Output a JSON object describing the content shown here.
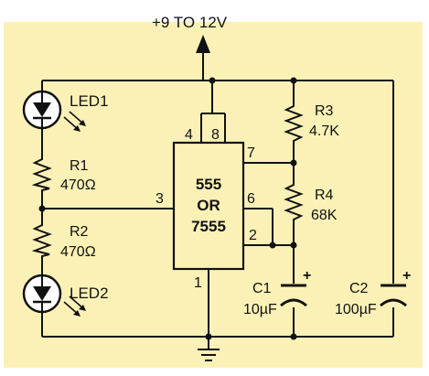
{
  "colors": {
    "background": "#fbf1b6",
    "ic_fill": "#fbf1b6",
    "wire": "#111111"
  },
  "supply": {
    "label": "+9 TO 12V"
  },
  "ic": {
    "line1": "555",
    "line2": "OR",
    "line3": "7555",
    "pins": {
      "p1": "1",
      "p2": "2",
      "p3": "3",
      "p4": "4",
      "p6": "6",
      "p7": "7",
      "p8": "8"
    }
  },
  "components": {
    "led1": {
      "label": "LED1"
    },
    "led2": {
      "label": "LED2"
    },
    "r1": {
      "name": "R1",
      "value": "470Ω"
    },
    "r2": {
      "name": "R2",
      "value": "470Ω"
    },
    "r3": {
      "name": "R3",
      "value": "4.7K"
    },
    "r4": {
      "name": "R4",
      "value": "68K"
    },
    "c1": {
      "name": "C1",
      "value": "10µF",
      "polarity": "+"
    },
    "c2": {
      "name": "C2",
      "value": "100µF",
      "polarity": "+"
    }
  },
  "icons": [
    "arrow-up-icon",
    "ground-icon",
    "led-icon",
    "resistor-icon",
    "capacitor-icon"
  ]
}
